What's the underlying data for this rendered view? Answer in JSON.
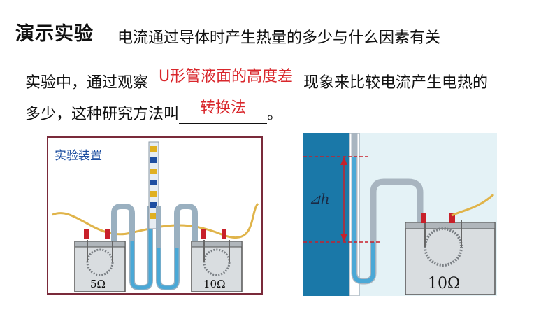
{
  "header": {
    "title": "演示实验",
    "subtitle": "电流通过导体时产生热量的多少与什么因素有关"
  },
  "text": {
    "line1_before": "实验中，通过观察",
    "line1_answer": "U形管液面的高度差",
    "line1_after": "现象来比较电流产生电热的",
    "line2_before": "多少，这种研究方法叫",
    "line2_answer": "转换法",
    "line2_after": "。"
  },
  "figure_left": {
    "caption": "实验装置",
    "left_resistor": "5Ω",
    "right_resistor": "10Ω"
  },
  "figure_right": {
    "height_label": "⊿h",
    "resistor": "10Ω"
  },
  "colors": {
    "answer": "#d9262b",
    "panel_border": "#7a2a3a",
    "caption": "#1e4fa1",
    "water": "#4aa8d6",
    "tank_wall": "#1a78a8",
    "marker": "#c8202a"
  }
}
